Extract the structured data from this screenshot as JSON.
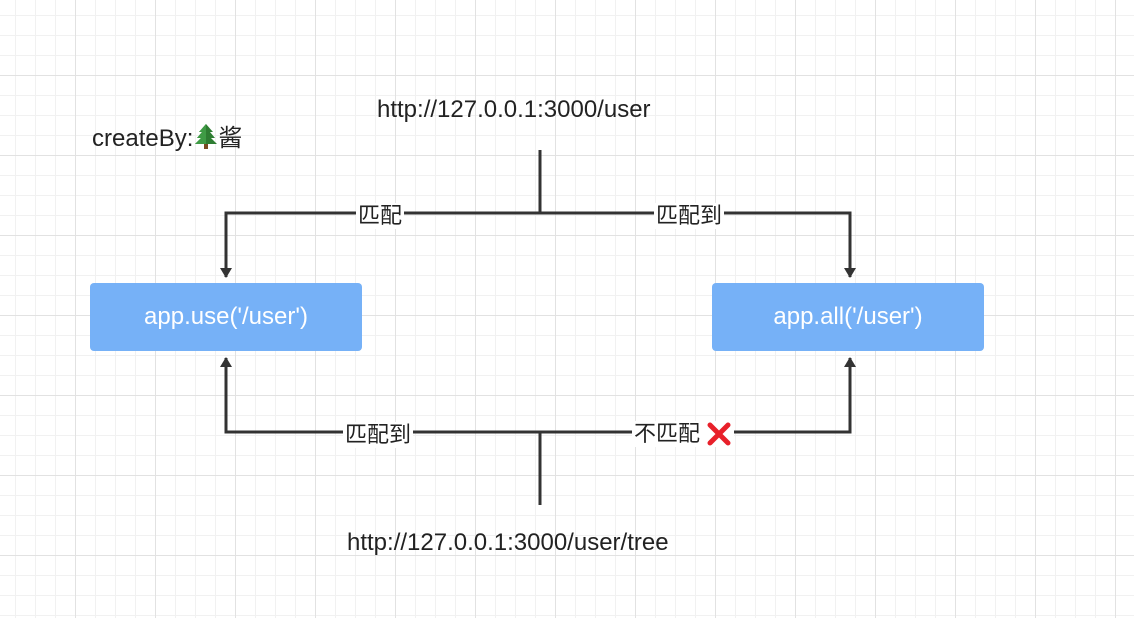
{
  "credit": {
    "label": "createBy:",
    "name": "酱",
    "icon": "evergreen-tree-icon"
  },
  "urls": {
    "top": "http://127.0.0.1:3000/user",
    "bottom": "http://127.0.0.1:3000/user/tree"
  },
  "nodes": {
    "use": "app.use('/user')",
    "all": "app.all('/user')"
  },
  "edges": {
    "top_left": "匹配",
    "top_right": "匹配到",
    "bottom_left": "匹配到",
    "bottom_right": "不匹配",
    "bottom_right_icon": "cross-mark-icon"
  },
  "colors": {
    "node_fill": "#76b1f7",
    "line": "#333333",
    "cross": "#e8202a",
    "tree": "#2e7d32"
  }
}
